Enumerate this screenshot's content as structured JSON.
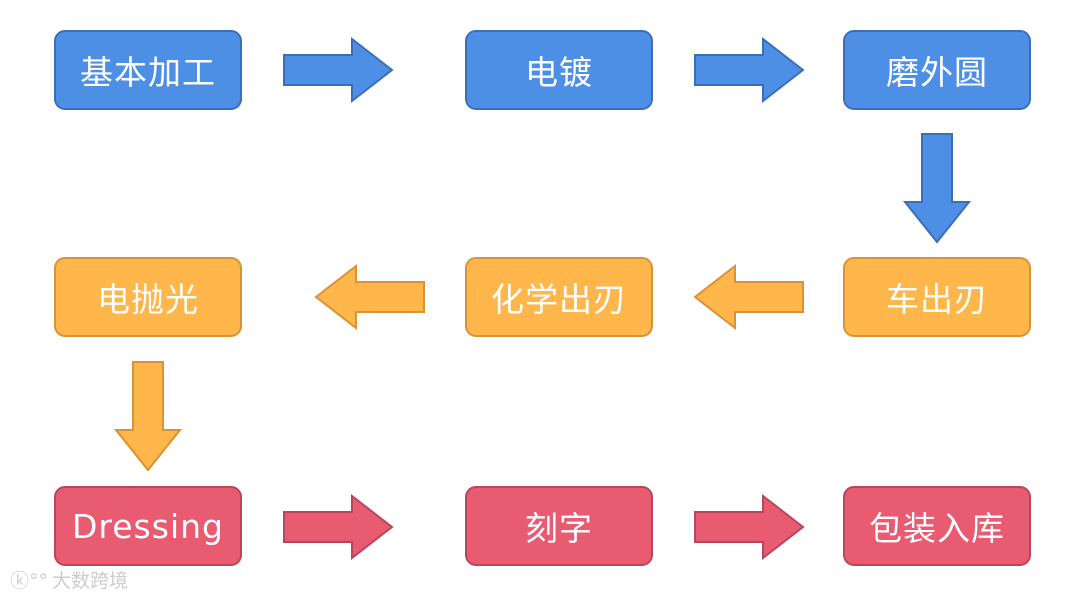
{
  "nodes": {
    "n1": "基本加工",
    "n2": "电镀",
    "n3": "磨外圆",
    "n4": "车出刃",
    "n5": "化学出刃",
    "n6": "电抛光",
    "n7": "Dressing",
    "n8": "刻字",
    "n9": "包装入库"
  },
  "colors": {
    "blue": "#4e8fe6",
    "orange": "#ffb64b",
    "red": "#e85b70"
  },
  "watermark": {
    "logo_text": "ⓚ°°",
    "text": "大数跨境"
  }
}
